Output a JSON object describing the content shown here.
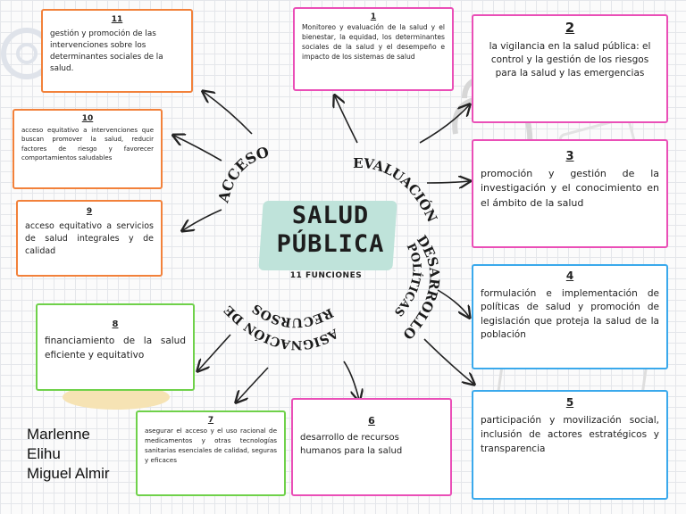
{
  "center": {
    "title_line1": "SALUD",
    "title_line2": "PÚBLICA",
    "subtitle": "11 FUNCIONES"
  },
  "categories": {
    "evaluacion": "EVALUACIÓN",
    "desarrollo": "DESARROLLO",
    "politicas": "POLÍTICAS",
    "asignacion": "ASIGNACIÓN DE",
    "recursos": "RECURSOS",
    "acceso": "ACCESO"
  },
  "functions": [
    {
      "num": "1",
      "text": "Monitoreo y evaluación de la salud y el bienestar, la equidad, los determinantes sociales de la salud y el desempeño e impacto de los sistemas de salud"
    },
    {
      "num": "2",
      "text": "la vigilancia en la salud pública: el control y la gestión de los riesgos para la salud y las emergencias"
    },
    {
      "num": "3",
      "text": "promoción y gestión de la investigación y el conocimiento en el ámbito de la salud"
    },
    {
      "num": "4",
      "text": "formulación e implementación de políticas de salud y promoción de legislación que proteja la salud de la población"
    },
    {
      "num": "5",
      "text": "participación y movilización social, inclusión de actores estratégicos y transparencia"
    },
    {
      "num": "6",
      "text": "desarrollo de recursos humanos para la salud"
    },
    {
      "num": "7",
      "text": "asegurar el acceso y el uso racional de medicamentos y otras tecnologías sanitarias esenciales de calidad, seguras y eficaces"
    },
    {
      "num": "8",
      "text": "financiamiento de la salud eficiente y equitativo"
    },
    {
      "num": "9",
      "text": "acceso equitativo a servicios de salud integrales y de calidad"
    },
    {
      "num": "10",
      "text": "acceso equitativo a intervenciones que buscan promover la salud, reducir factores de riesgo y favorecer comportamientos saludables"
    },
    {
      "num": "11",
      "text": "gestión y promoción de las intervenciones sobre los determinantes sociales de la salud."
    }
  ],
  "author": {
    "line1": "Marlenne",
    "line2": "Elihu",
    "line3": "Miguel Almir"
  },
  "colors": {
    "pink": "#ea4fb7",
    "orange": "#f2813a",
    "green": "#6fd14a",
    "blue": "#3aa9ec",
    "center": "#bfe3da"
  }
}
